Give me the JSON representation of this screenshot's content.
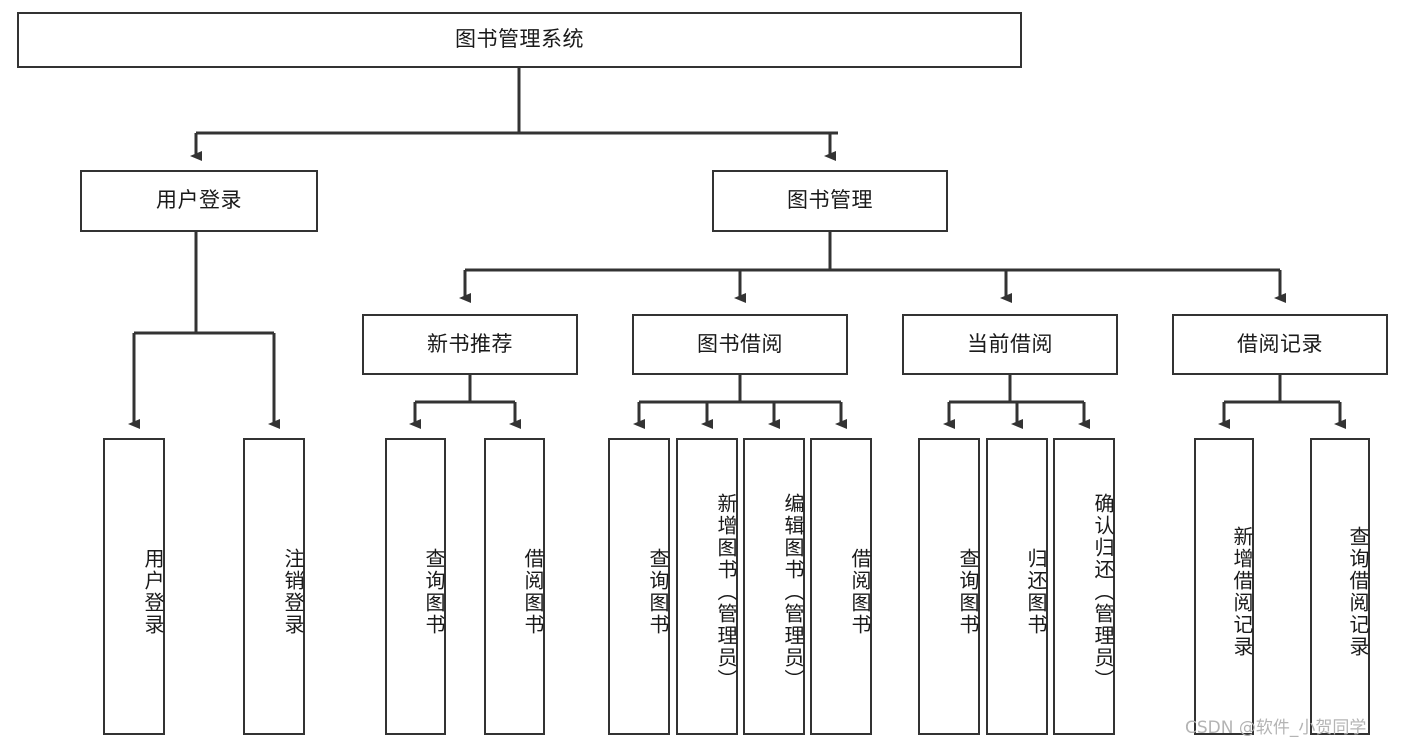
{
  "diagram": {
    "type": "tree",
    "title": "图书管理系统",
    "watermark": "CSDN @软件_小贺同学",
    "colors": {
      "box_border": "#333333",
      "box_fill": "#ffffff",
      "connector": "#333333",
      "text": "#1a1a1a",
      "watermark": "#b4b4b4"
    },
    "nodes": {
      "root": {
        "label": "图书管理系统"
      },
      "level1": [
        {
          "label": "用户登录"
        },
        {
          "label": "图书管理"
        }
      ],
      "level2": [
        {
          "label": "新书推荐"
        },
        {
          "label": "图书借阅"
        },
        {
          "label": "当前借阅"
        },
        {
          "label": "借阅记录"
        }
      ],
      "leaves_user_login": [
        {
          "label": "用户登录"
        },
        {
          "label": "注销登录"
        }
      ],
      "leaves_new_book": [
        {
          "label": "查询图书"
        },
        {
          "label": "借阅图书"
        }
      ],
      "leaves_borrow": [
        {
          "label": "查询图书"
        },
        {
          "label": "新增图书（管理员）"
        },
        {
          "label": "编辑图书（管理员）"
        },
        {
          "label": "借阅图书"
        }
      ],
      "leaves_current": [
        {
          "label": "查询图书"
        },
        {
          "label": "归还图书"
        },
        {
          "label": "确认归还（管理员）"
        }
      ],
      "leaves_record": [
        {
          "label": "新增借阅记录"
        },
        {
          "label": "查询借阅记录"
        }
      ]
    }
  }
}
